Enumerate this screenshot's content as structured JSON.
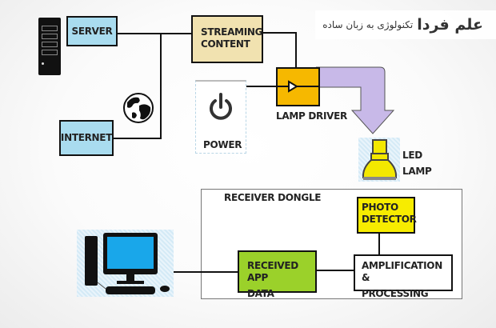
{
  "brand": {
    "name": "علم فردا",
    "tagline": "تکنولوژی به زبان ساده"
  },
  "transmitter": {
    "server_label": "SERVER",
    "internet_label": "INTERNET",
    "streaming_label_line1": "STREAMING",
    "streaming_label_line2": "CONTENT",
    "power_label": "POWER",
    "lamp_driver_label": "LAMP DRIVER",
    "led_lamp_line1": "LED",
    "led_lamp_line2": "LAMP"
  },
  "receiver": {
    "group_label": "RECEIVER DONGLE",
    "photo_detector_line1": "PHOTO",
    "photo_detector_line2": "DETECTOR",
    "amplification_line1": "AMPLIFICATION &",
    "amplification_line2": "PROCESSING",
    "received_data_line1": "RECEIVED APP",
    "received_data_line2": "DATA"
  },
  "colors": {
    "server_fill": "#a9dcef",
    "internet_fill": "#a9dcef",
    "streaming_fill": "#f1e2b0",
    "lamp_driver_fill": "#f6b800",
    "arrow_fill": "#c8b9e8",
    "lamp_fill": "#f3e800",
    "photo_detector_fill": "#f7ec00",
    "received_data_fill": "#9bd12a",
    "monitor_screen": "#19a7ea"
  }
}
